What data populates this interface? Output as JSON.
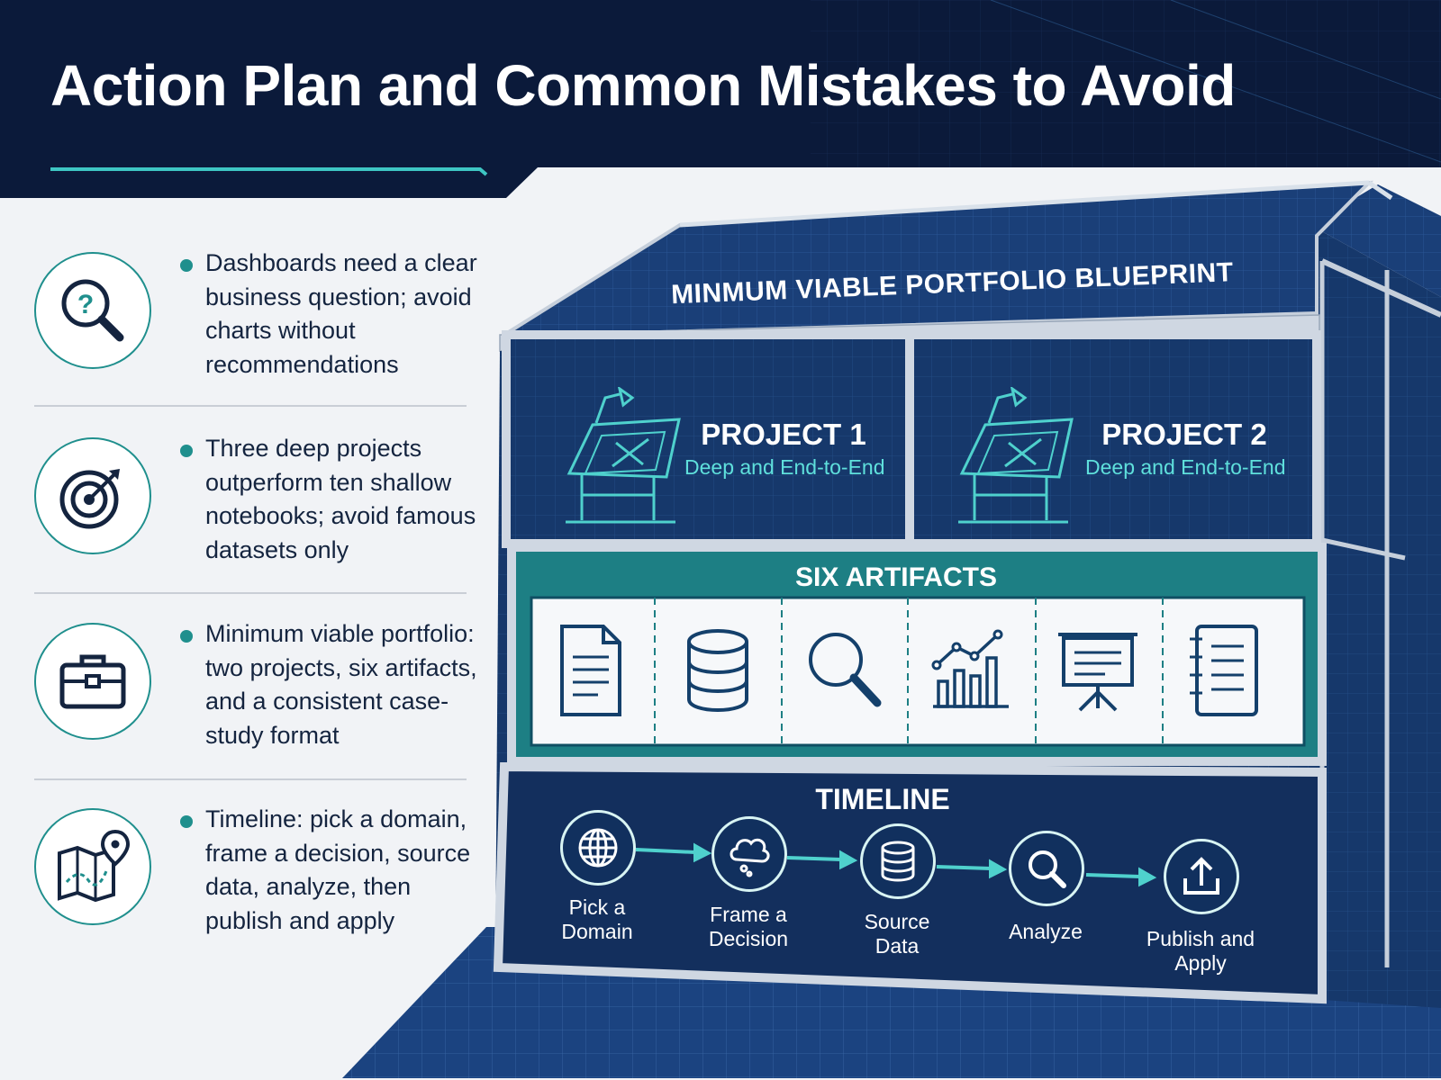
{
  "title": "Action Plan and Common Mistakes to Avoid",
  "colors": {
    "navy": "#0b1a3a",
    "blueprint": "#163a6e",
    "teal": "#1f8f8d",
    "accent_cyan": "#4fd1cd",
    "text_dark": "#14243f"
  },
  "tips": [
    {
      "icon": "question-magnifier-icon",
      "text": "Dashboards need a clear business question; avoid charts without recommendations"
    },
    {
      "icon": "target-icon",
      "text": "Three deep projects outperform ten shallow notebooks; avoid famous datasets only"
    },
    {
      "icon": "briefcase-icon",
      "text": "Minimum viable portfolio: two projects, six artifacts, and a consistent case-study format"
    },
    {
      "icon": "map-pin-icon",
      "text": "Timeline: pick a domain, frame a decision, source data, analyze, then publish and apply"
    }
  ],
  "blueprint": {
    "title": "MINMUM VIABLE PORTFOLIO BLUEPRINT",
    "projects": [
      {
        "title": "PROJECT 1",
        "subtitle": "Deep and End-to-End",
        "icon": "drafting-table-icon"
      },
      {
        "title": "PROJECT 2",
        "subtitle": "Deep and End-to-End",
        "icon": "drafting-table-icon"
      }
    ],
    "artifacts": {
      "title": "SIX ARTIFACTS",
      "icons": [
        "document-icon",
        "database-icon",
        "magnifier-icon",
        "bar-line-chart-icon",
        "presentation-board-icon",
        "notebook-icon"
      ]
    },
    "timeline": {
      "title": "TIMELINE",
      "steps": [
        {
          "label_1": "Pick a",
          "label_2": "Domain",
          "icon": "globe-icon"
        },
        {
          "label_1": "Frame a",
          "label_2": "Decision",
          "icon": "thought-cloud-icon"
        },
        {
          "label_1": "Source",
          "label_2": "Data",
          "icon": "database-icon"
        },
        {
          "label_1": "Analyze",
          "label_2": "",
          "icon": "magnifier-icon"
        },
        {
          "label_1": "Publish and",
          "label_2": "Apply",
          "icon": "upload-icon"
        }
      ]
    }
  }
}
